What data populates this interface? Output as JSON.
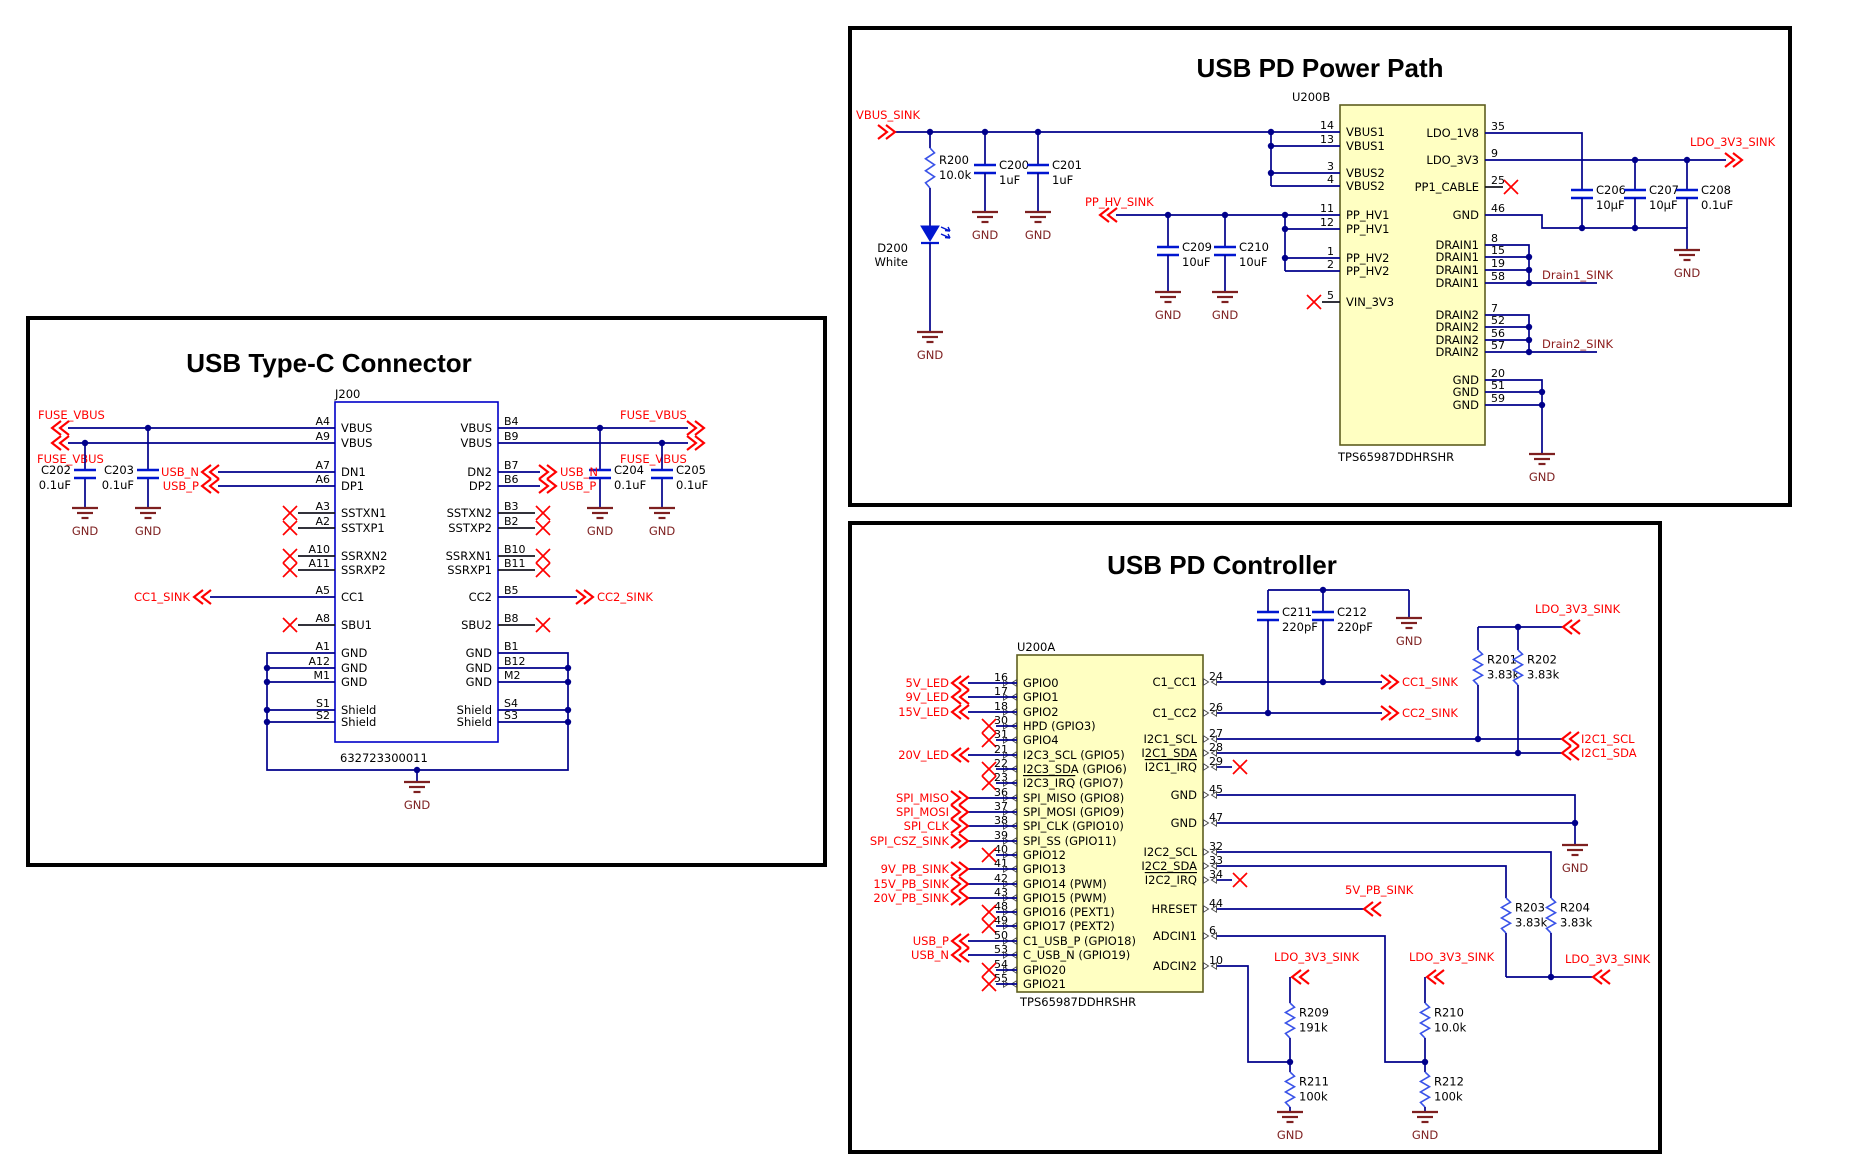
{
  "labels": {
    "gnd": "GND"
  },
  "typec": {
    "title": "USB Type-C Connector",
    "ref": "J200",
    "part": "632723300011",
    "left_pins": [
      {
        "num": "A4",
        "name": "VBUS"
      },
      {
        "num": "A9",
        "name": "VBUS"
      },
      {
        "num": "A7",
        "name": "DN1"
      },
      {
        "num": "A6",
        "name": "DP1"
      },
      {
        "num": "A3",
        "name": "SSTXN1",
        "nc": true
      },
      {
        "num": "A2",
        "name": "SSTXP1",
        "nc": true
      },
      {
        "num": "A10",
        "name": "SSRXN2",
        "nc": true
      },
      {
        "num": "A11",
        "name": "SSRXP2",
        "nc": true
      },
      {
        "num": "A5",
        "name": "CC1"
      },
      {
        "num": "A8",
        "name": "SBU1",
        "nc": true
      },
      {
        "num": "A1",
        "name": "GND"
      },
      {
        "num": "A12",
        "name": "GND"
      },
      {
        "num": "M1",
        "name": "GND"
      },
      {
        "num": "S1",
        "name": "Shield"
      },
      {
        "num": "S2",
        "name": "Shield"
      }
    ],
    "right_pins": [
      {
        "num": "B4",
        "name": "VBUS"
      },
      {
        "num": "B9",
        "name": "VBUS"
      },
      {
        "num": "B7",
        "name": "DN2"
      },
      {
        "num": "B6",
        "name": "DP2"
      },
      {
        "num": "B3",
        "name": "SSTXN2",
        "nc": true
      },
      {
        "num": "B2",
        "name": "SSTXP2",
        "nc": true
      },
      {
        "num": "B10",
        "name": "SSRXN1",
        "nc": true
      },
      {
        "num": "B11",
        "name": "SSRXP1",
        "nc": true
      },
      {
        "num": "B5",
        "name": "CC2"
      },
      {
        "num": "B8",
        "name": "SBU2",
        "nc": true
      },
      {
        "num": "B1",
        "name": "GND"
      },
      {
        "num": "B12",
        "name": "GND"
      },
      {
        "num": "M2",
        "name": "GND"
      },
      {
        "num": "S4",
        "name": "Shield"
      },
      {
        "num": "S3",
        "name": "Shield"
      }
    ],
    "nets": {
      "fuse_vbus": "FUSE_VBUS",
      "usb_n": "USB_N",
      "usb_p": "USB_P",
      "cc1_sink": "CC1_SINK",
      "cc2_sink": "CC2_SINK"
    },
    "caps": [
      {
        "ref": "C202",
        "value": "0.1uF"
      },
      {
        "ref": "C203",
        "value": "0.1uF"
      },
      {
        "ref": "C204",
        "value": "0.1uF"
      },
      {
        "ref": "C205",
        "value": "0.1uF"
      }
    ]
  },
  "powerpath": {
    "title": "USB PD Power Path",
    "ref": "U200B",
    "part": "TPS65987DDHRSHR",
    "left_pins": [
      {
        "num": "14",
        "name": "VBUS1"
      },
      {
        "num": "13",
        "name": "VBUS1"
      },
      {
        "num": "3",
        "name": "VBUS2"
      },
      {
        "num": "4",
        "name": "VBUS2"
      },
      {
        "num": "11",
        "name": "PP_HV1"
      },
      {
        "num": "12",
        "name": "PP_HV1"
      },
      {
        "num": "1",
        "name": "PP_HV2"
      },
      {
        "num": "2",
        "name": "PP_HV2"
      },
      {
        "num": "5",
        "name": "VIN_3V3",
        "nc": true
      }
    ],
    "right_pins": [
      {
        "num": "35",
        "name": "LDO_1V8"
      },
      {
        "num": "9",
        "name": "LDO_3V3"
      },
      {
        "num": "25",
        "name": "PP1_CABLE",
        "nc": true
      },
      {
        "num": "46",
        "name": "GND"
      },
      {
        "num": "8",
        "name": "DRAIN1"
      },
      {
        "num": "15",
        "name": "DRAIN1"
      },
      {
        "num": "19",
        "name": "DRAIN1"
      },
      {
        "num": "58",
        "name": "DRAIN1"
      },
      {
        "num": "7",
        "name": "DRAIN2"
      },
      {
        "num": "52",
        "name": "DRAIN2"
      },
      {
        "num": "56",
        "name": "DRAIN2"
      },
      {
        "num": "57",
        "name": "DRAIN2"
      },
      {
        "num": "20",
        "name": "GND"
      },
      {
        "num": "51",
        "name": "GND"
      },
      {
        "num": "59",
        "name": "GND"
      }
    ],
    "nets": {
      "vbus_sink": "VBUS_SINK",
      "pp_hv_sink": "PP_HV_SINK",
      "ldo_3v3_sink": "LDO_3V3_SINK",
      "drain1_sink": "Drain1_SINK",
      "drain2_sink": "Drain2_SINK"
    },
    "resistor": {
      "ref": "R200",
      "value": "10.0k"
    },
    "led": {
      "ref": "D200",
      "value": "White"
    },
    "caps": [
      {
        "ref": "C200",
        "value": "1uF"
      },
      {
        "ref": "C201",
        "value": "1uF"
      },
      {
        "ref": "C209",
        "value": "10uF"
      },
      {
        "ref": "C210",
        "value": "10uF"
      },
      {
        "ref": "C206",
        "value": "10µF"
      },
      {
        "ref": "C207",
        "value": "10µF"
      },
      {
        "ref": "C208",
        "value": "0.1uF"
      }
    ]
  },
  "controller": {
    "title": "USB PD Controller",
    "ref": "U200A",
    "part": "TPS65987DDHRSHR",
    "left_pins": [
      {
        "num": "16",
        "name": "GPIO0",
        "net": "5V_LED"
      },
      {
        "num": "17",
        "name": "GPIO1",
        "net": "9V_LED"
      },
      {
        "num": "18",
        "name": "GPIO2",
        "net": "15V_LED"
      },
      {
        "num": "30",
        "name": "HPD (GPIO3)",
        "nc": true
      },
      {
        "num": "31",
        "name": "GPIO4",
        "nc": true
      },
      {
        "num": "21",
        "name": "I2C3_SCL (GPIO5)",
        "net": "20V_LED"
      },
      {
        "num": "22",
        "name": "I2C3_SDA (GPIO6)",
        "nc": true
      },
      {
        "num": "23",
        "name": "I2C3_IRQ (GPIO7)",
        "ov": 8,
        "nc": true
      },
      {
        "num": "36",
        "name": "SPI_MISO (GPIO8)",
        "net": "SPI_MISO"
      },
      {
        "num": "37",
        "name": "SPI_MOSI (GPIO9)",
        "net": "SPI_MOSI"
      },
      {
        "num": "38",
        "name": "SPI_CLK (GPIO10)",
        "net": "SPI_CLK"
      },
      {
        "num": "39",
        "name": "SPI_SS (GPIO11)",
        "net": "SPI_CSZ_SINK"
      },
      {
        "num": "40",
        "name": "GPIO12",
        "nc": true
      },
      {
        "num": "41",
        "name": "GPIO13",
        "net": "9V_PB_SINK"
      },
      {
        "num": "42",
        "name": "GPIO14 (PWM)",
        "net": "15V_PB_SINK"
      },
      {
        "num": "43",
        "name": "GPIO15 (PWM)",
        "net": "20V_PB_SINK"
      },
      {
        "num": "48",
        "name": "GPIO16 (PEXT1)",
        "nc": true
      },
      {
        "num": "49",
        "name": "GPIO17 (PEXT2)",
        "nc": true
      },
      {
        "num": "50",
        "name": "C1_USB_P (GPIO18)",
        "net": "USB_P"
      },
      {
        "num": "53",
        "name": "C_USB_N (GPIO19)",
        "net": "USB_N"
      },
      {
        "num": "54",
        "name": "GPIO20",
        "nc": true
      },
      {
        "num": "55",
        "name": "GPIO21",
        "nc": true
      }
    ],
    "right_pins": [
      {
        "num": "24",
        "name": "C1_CC1"
      },
      {
        "num": "26",
        "name": "C1_CC2"
      },
      {
        "num": "27",
        "name": "I2C1_SCL"
      },
      {
        "num": "28",
        "name": "I2C1_SDA"
      },
      {
        "num": "29",
        "name": "I2C1_IRQ",
        "ov": 8,
        "nc": true
      },
      {
        "num": "45",
        "name": "GND"
      },
      {
        "num": "47",
        "name": "GND"
      },
      {
        "num": "32",
        "name": "I2C2_SCL"
      },
      {
        "num": "33",
        "name": "I2C2_SDA"
      },
      {
        "num": "34",
        "name": "I2C2_IRQ",
        "ov": 8,
        "nc": true
      },
      {
        "num": "44",
        "name": "HRESET"
      },
      {
        "num": "6",
        "name": "ADCIN1"
      },
      {
        "num": "10",
        "name": "ADCIN2"
      }
    ],
    "nets": {
      "cc1_sink": "CC1_SINK",
      "cc2_sink": "CC2_SINK",
      "i2c1_scl": "I2C1_SCL",
      "i2c1_sda": "I2C1_SDA",
      "pb_5v_sink": "5V_PB_SINK",
      "ldo_3v3_sink": "LDO_3V3_SINK"
    },
    "caps": [
      {
        "ref": "C211",
        "value": "220pF"
      },
      {
        "ref": "C212",
        "value": "220pF"
      }
    ],
    "resistors": [
      {
        "ref": "R201",
        "value": "3.83k"
      },
      {
        "ref": "R202",
        "value": "3.83k"
      },
      {
        "ref": "R203",
        "value": "3.83k"
      },
      {
        "ref": "R204",
        "value": "3.83k"
      },
      {
        "ref": "R209",
        "value": "191k"
      },
      {
        "ref": "R210",
        "value": "10.0k"
      },
      {
        "ref": "R211",
        "value": "100k"
      },
      {
        "ref": "R212",
        "value": "100k"
      }
    ]
  }
}
